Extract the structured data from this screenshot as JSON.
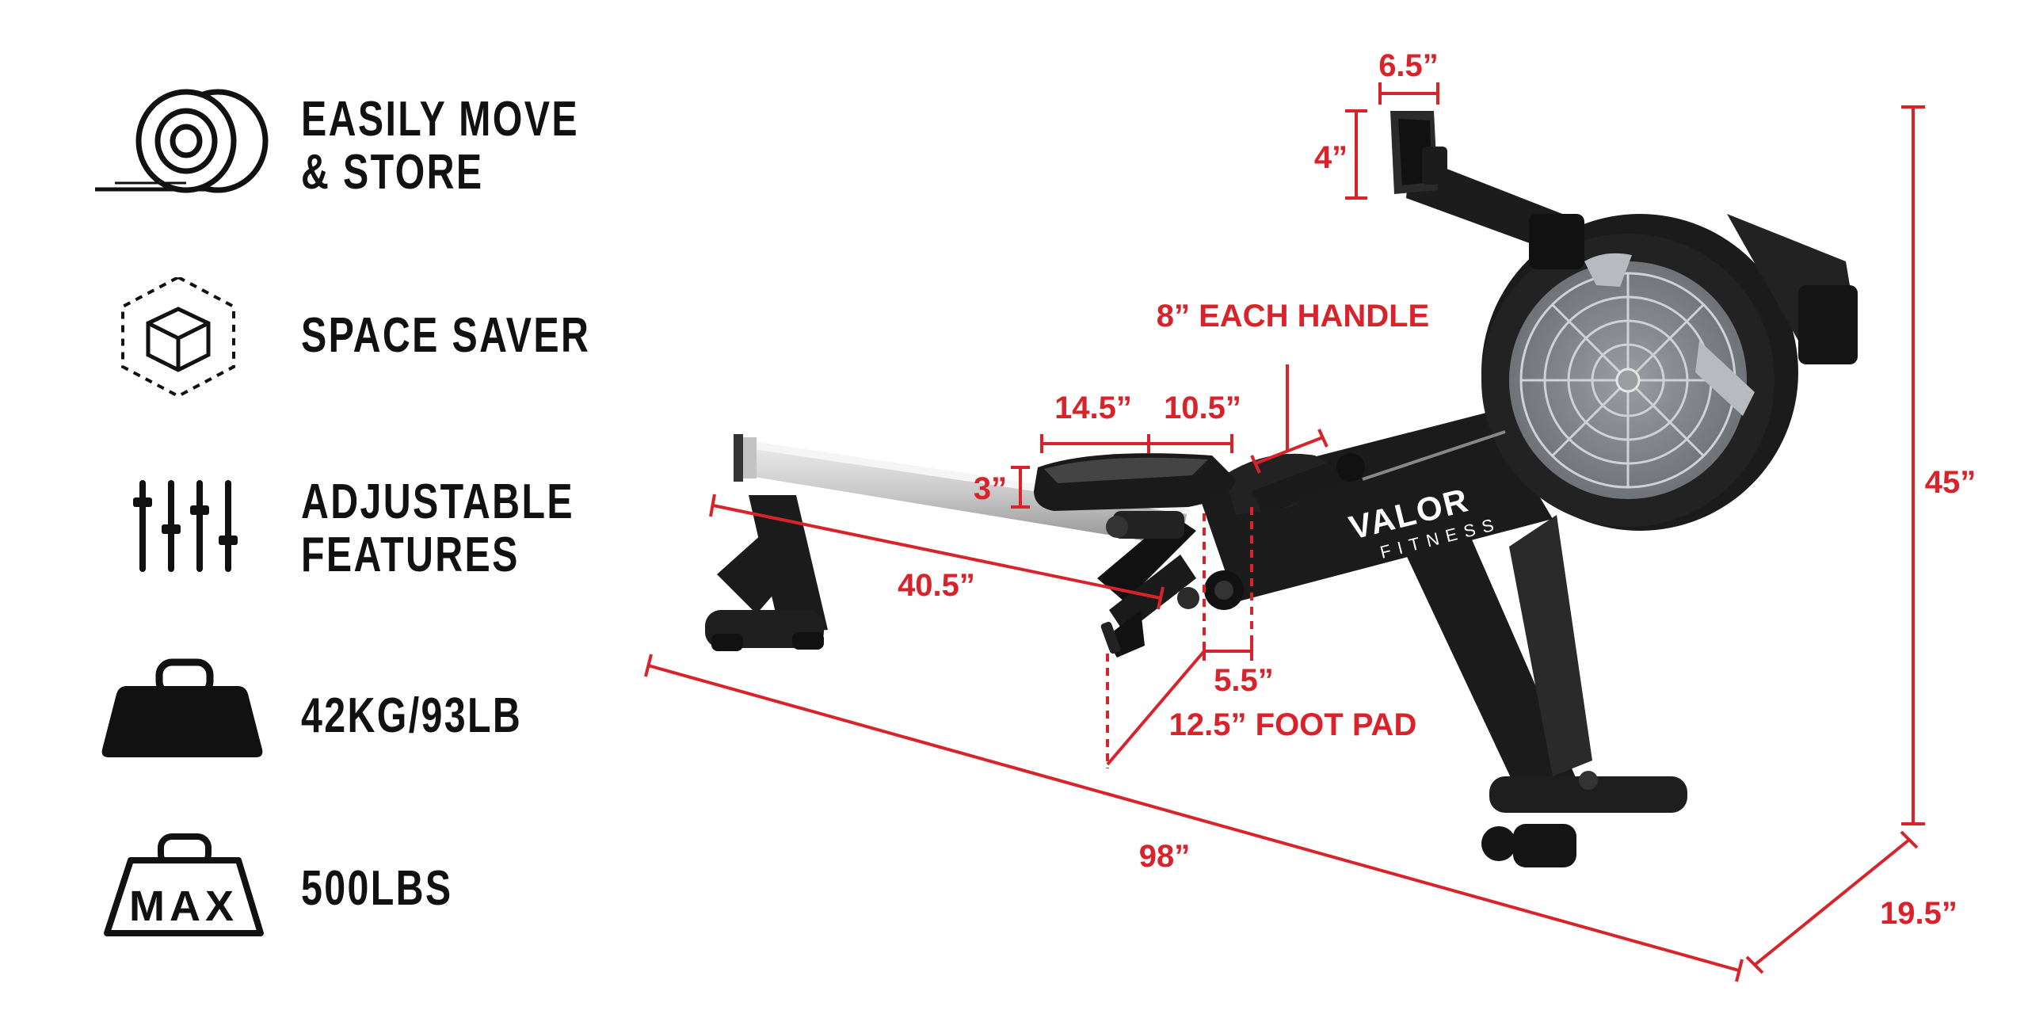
{
  "features": [
    {
      "icon": "tape-roll-icon",
      "lines": [
        "EASILY MOVE",
        "& STORE"
      ]
    },
    {
      "icon": "3d-cube-icon",
      "lines": [
        "SPACE SAVER"
      ]
    },
    {
      "icon": "adjustable-sliders-icon",
      "lines": [
        "ADJUSTABLE",
        "FEATURES"
      ]
    },
    {
      "icon": "weight-icon",
      "lines": [
        "42KG/93LB"
      ]
    },
    {
      "icon": "max-weight-icon",
      "lines": [
        "500LBS"
      ],
      "icon_text": "MAX"
    }
  ],
  "brand": {
    "name": "VALOR",
    "sub": "FITNESS"
  },
  "dimensions": {
    "monitor_width": "6.5”",
    "monitor_height": "4”",
    "handle": "8” EACH HANDLE",
    "seat_length": "14.5”",
    "seat_width": "10.5”",
    "seat_height": "3”",
    "rail_length": "40.5”",
    "foot_gap": "5.5”",
    "foot_pad": "12.5” FOOT PAD",
    "total_length": "98”",
    "total_height": "45”",
    "total_width": "19.5”"
  },
  "colors": {
    "accent": "#d8232a",
    "icon": "#111111",
    "machine": "#1b1b1b",
    "rail": "#c9c9c9"
  }
}
